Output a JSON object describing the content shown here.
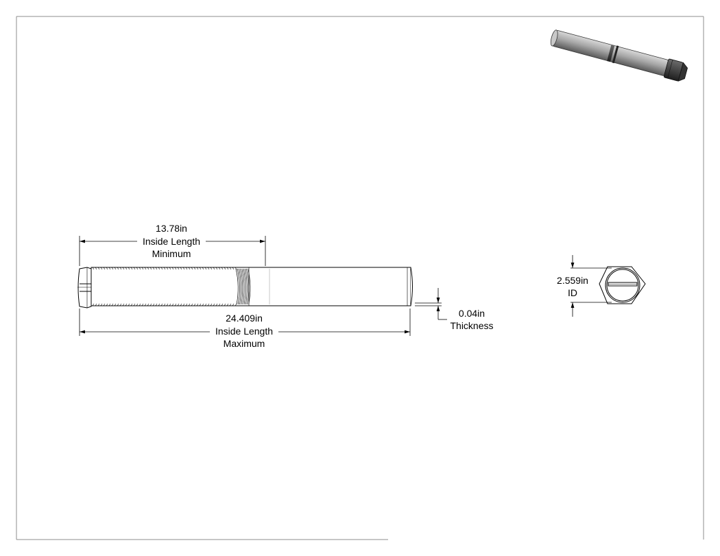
{
  "dimensions": {
    "inside_length_min": {
      "value": "13.78in",
      "label1": "Inside Length",
      "label2": "Minimum"
    },
    "inside_length_max": {
      "value": "24.409in",
      "label1": "Inside Length",
      "label2": "Maximum"
    },
    "thickness": {
      "value": "0.04in",
      "label": "Thickness"
    },
    "inner_diameter": {
      "value": "2.559in",
      "label": "ID"
    }
  },
  "colors": {
    "line": "#000000",
    "part_fill": "#ffffff",
    "iso_body": "#9a9a9a",
    "iso_dark": "#3a3a3a"
  }
}
